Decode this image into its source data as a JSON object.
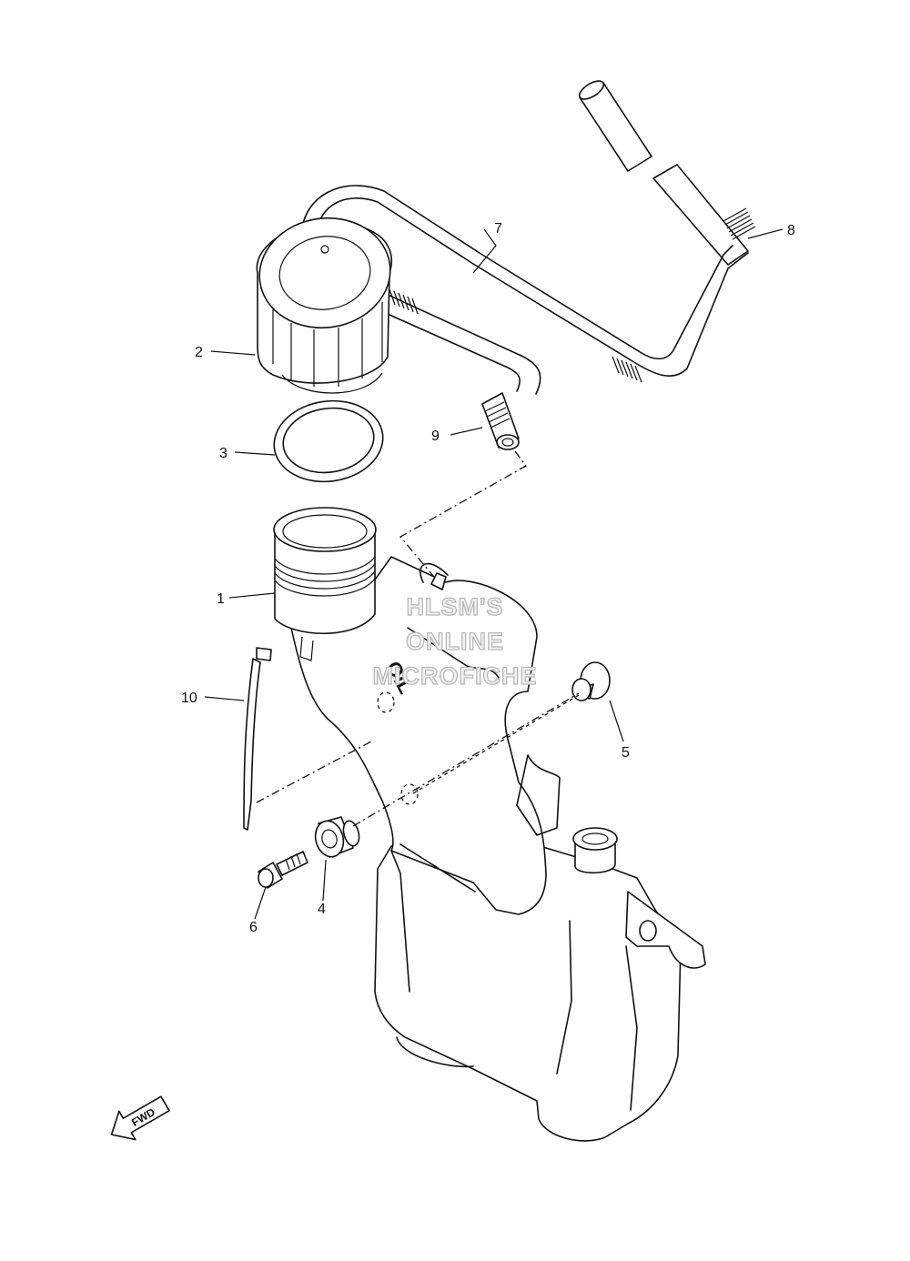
{
  "callouts": [
    {
      "id": "1",
      "label": "1"
    },
    {
      "id": "2",
      "label": "2"
    },
    {
      "id": "3",
      "label": "3"
    },
    {
      "id": "4",
      "label": "4"
    },
    {
      "id": "5",
      "label": "5"
    },
    {
      "id": "6",
      "label": "6"
    },
    {
      "id": "7",
      "label": "7"
    },
    {
      "id": "8",
      "label": "8"
    },
    {
      "id": "9",
      "label": "9"
    },
    {
      "id": "10",
      "label": "10"
    }
  ],
  "tank_marking": "OIL",
  "direction_arrow": {
    "label": "FWD"
  },
  "watermark": {
    "lines": [
      "HLSM'S",
      "ONLINE",
      "MICROFICHE"
    ]
  },
  "colors": {
    "line": "#111111",
    "background": "#ffffff",
    "watermark": "#b9b9b9"
  }
}
